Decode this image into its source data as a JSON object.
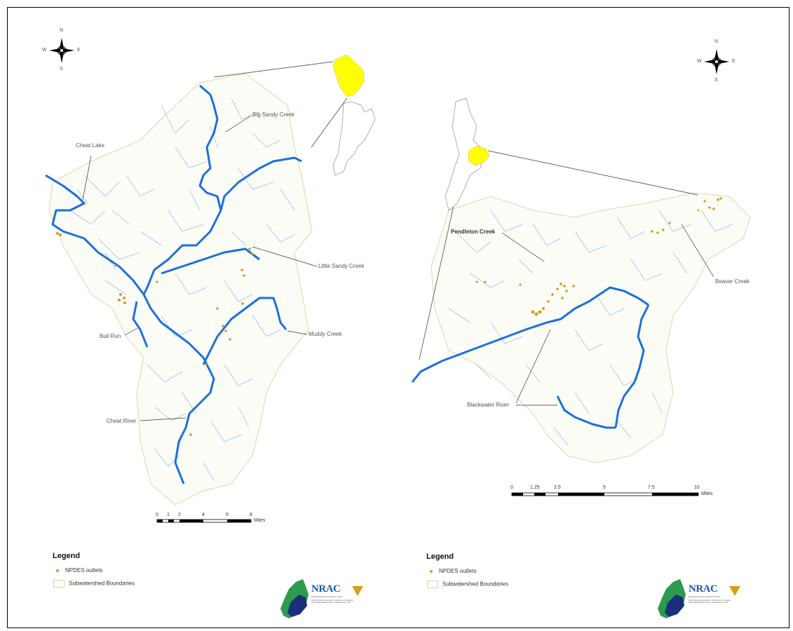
{
  "compass": {
    "n": "N",
    "s": "S",
    "e": "E",
    "w": "W"
  },
  "left_map": {
    "labels": {
      "big_sandy": "Big Sandy Creek",
      "cheat_lake": "Cheat Lake",
      "little_sandy": "Little Sandy Creek",
      "bull_run": "Bull Run",
      "muddy": "Muddy Creek",
      "cheat_river": "Cheat River"
    },
    "scale": {
      "ticks": [
        "0",
        "1",
        "2",
        "4",
        "6",
        "8"
      ],
      "unit": "Miles"
    }
  },
  "right_map": {
    "labels": {
      "pendleton": "Pendleton Creek",
      "beaver": "Beaver Creek",
      "blackwater": "Blackwater River"
    },
    "scale": {
      "ticks": [
        "0",
        "1.25",
        "2.5",
        "5",
        "7.5",
        "10"
      ],
      "unit": "Miles"
    }
  },
  "legend": {
    "title": "Legend",
    "items": [
      "NPDES outlets",
      "Subwatershed Boundaries"
    ]
  },
  "logo": {
    "name": "NRAC",
    "subtitle": "Natural Resource Analysis Center",
    "fine_print": "West Virginia University • Division of Forestry and Natural Resources • Morgantown, WV"
  },
  "colors": {
    "river": "#1a6fe0",
    "stream": "#9fc0e6",
    "outlet": "#d49b1b",
    "highlight": "#ffff00"
  }
}
